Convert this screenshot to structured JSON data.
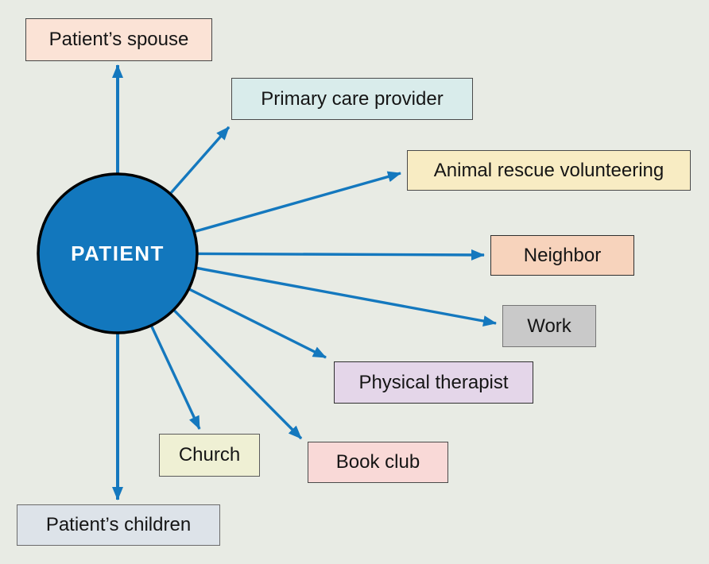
{
  "colors": {
    "background": "#e8ebe4",
    "arrow": "#1478be",
    "circle_fill": "#1277bd",
    "circle_border": "#000000",
    "circle_text": "#ffffff",
    "label_text": "#151515"
  },
  "center": {
    "id": "patient",
    "label": "PATIENT"
  },
  "nodes": [
    {
      "id": "patients-spouse",
      "label": "Patient’s spouse",
      "fill": "#fbe3d6",
      "border": "#454545"
    },
    {
      "id": "primary-care-provider",
      "label": "Primary care provider",
      "fill": "#d9eceb",
      "border": "#4a4a4a"
    },
    {
      "id": "animal-rescue-volunteering",
      "label": "Animal rescue volunteering",
      "fill": "#f8ecc3",
      "border": "#4a4a4a"
    },
    {
      "id": "neighbor",
      "label": "Neighbor",
      "fill": "#f7d3bc",
      "border": "#2f2f2f"
    },
    {
      "id": "work",
      "label": "Work",
      "fill": "#c9c9c9",
      "border": "#757575"
    },
    {
      "id": "physical-therapist",
      "label": "Physical therapist",
      "fill": "#e4d6e9",
      "border": "#2f2f2f"
    },
    {
      "id": "book-club",
      "label": "Book club",
      "fill": "#f9d9d7",
      "border": "#4a4a4a"
    },
    {
      "id": "church",
      "label": "Church",
      "fill": "#eff0d4",
      "border": "#5a5a5a"
    },
    {
      "id": "patients-children",
      "label": "Patient’s children",
      "fill": "#dde3e9",
      "border": "#6b6b6b"
    }
  ],
  "edges": [
    {
      "from": "patient",
      "to": "patients-spouse"
    },
    {
      "from": "patient",
      "to": "primary-care-provider"
    },
    {
      "from": "patient",
      "to": "animal-rescue-volunteering"
    },
    {
      "from": "patient",
      "to": "neighbor"
    },
    {
      "from": "patient",
      "to": "work"
    },
    {
      "from": "patient",
      "to": "physical-therapist"
    },
    {
      "from": "patient",
      "to": "book-club"
    },
    {
      "from": "patient",
      "to": "church"
    },
    {
      "from": "patient",
      "to": "patients-children"
    }
  ]
}
